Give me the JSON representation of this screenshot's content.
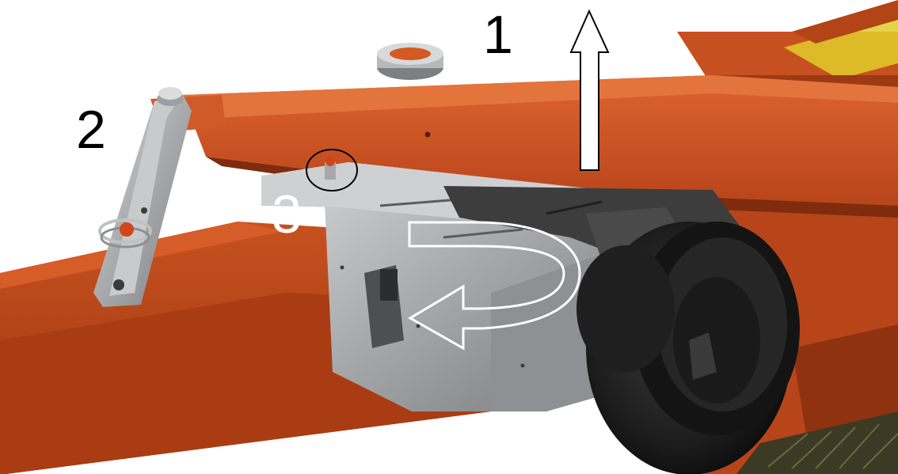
{
  "labels": {
    "step_1": "1",
    "step_2": "2",
    "step_3": "3"
  },
  "colors": {
    "frame_orange": "#c24a1c",
    "frame_highlight": "#de6430",
    "frame_shadow": "#8f3210",
    "bracket_steel": "#a9abad",
    "roller_black": "#1b1b1b",
    "arrow_outline_dark": "#000000",
    "arrow_outline_light": "#ffffff"
  }
}
